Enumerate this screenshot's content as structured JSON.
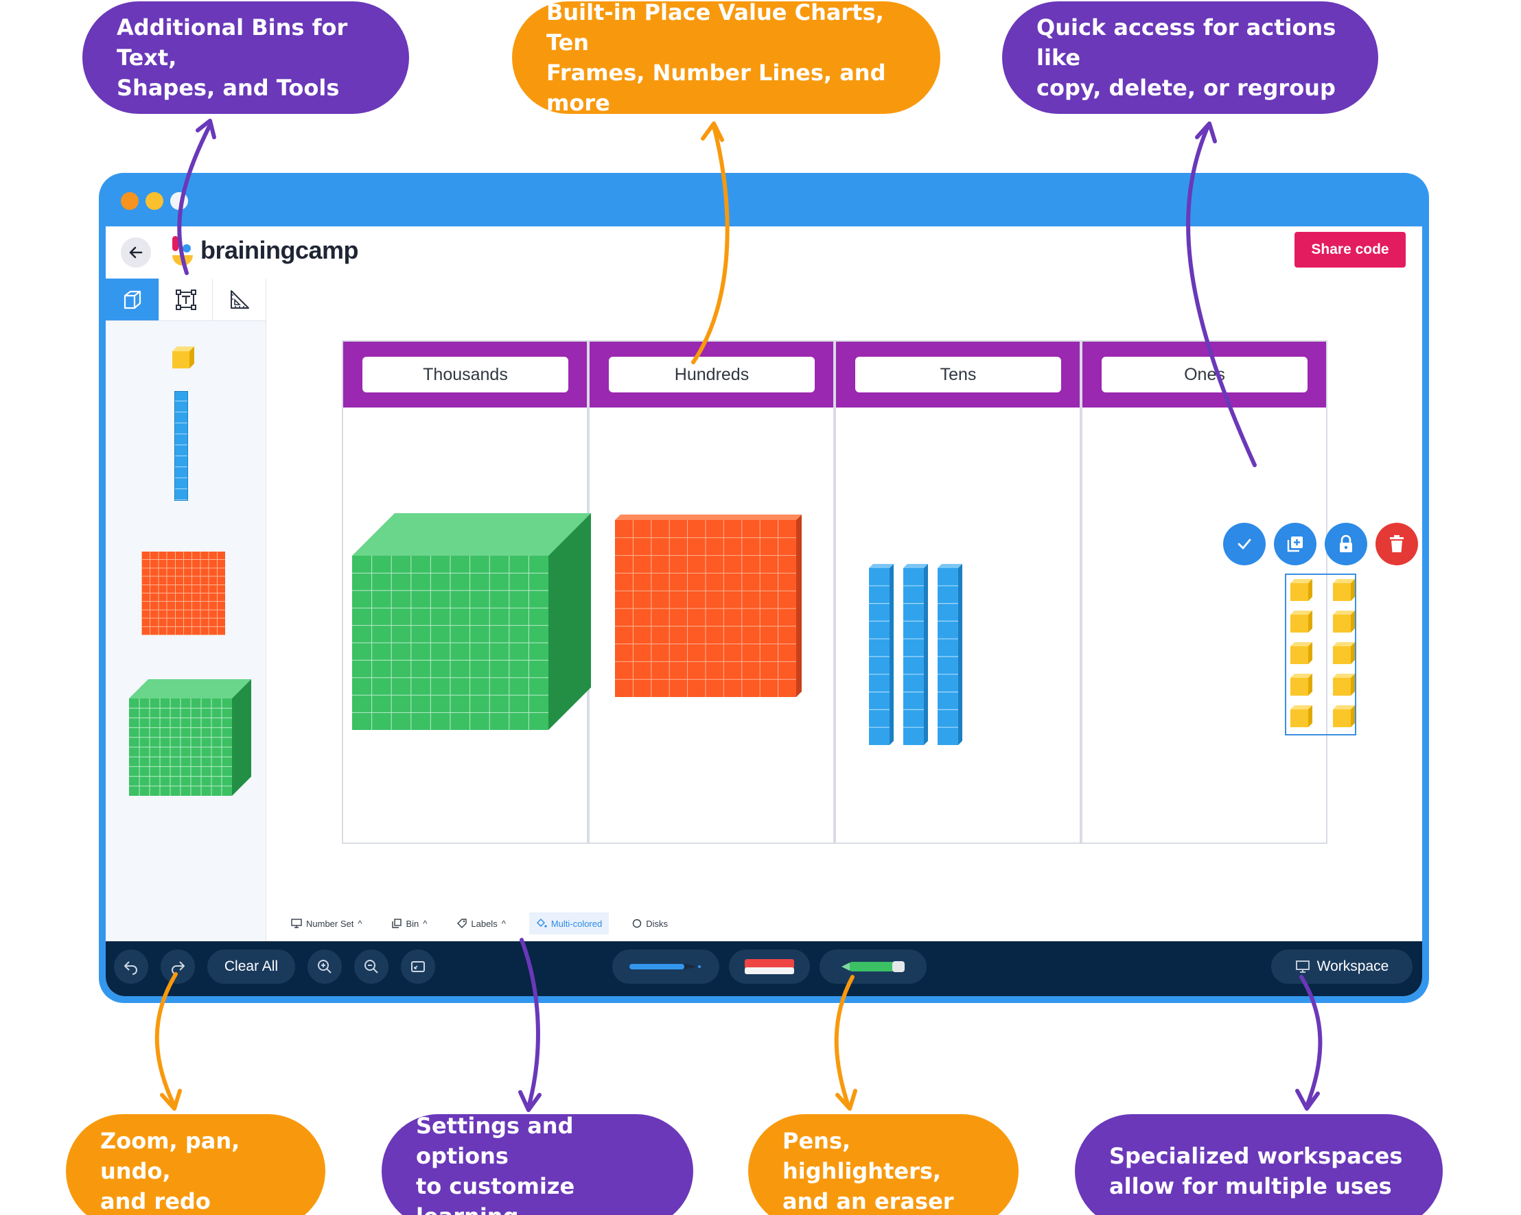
{
  "callouts": {
    "bins": "Additional Bins for Text,\nShapes, and Tools",
    "charts": "Built-in Place Value Charts, Ten\nFrames, Number Lines, and more",
    "actions": "Quick access for actions like\ncopy, delete, or regroup",
    "zoom": "Zoom, pan, undo,\nand redo",
    "settings": "Settings and options\nto customize learning",
    "pens": "Pens, highlighters,\nand an eraser",
    "workspaces": "Specialized workspaces\nallow for multiple uses"
  },
  "app": {
    "brand": "brainingcamp",
    "share_label": "Share code"
  },
  "place_value_chart": {
    "columns": [
      "Thousands",
      "Hundreds",
      "Tens",
      "Ones"
    ]
  },
  "settings_bar": {
    "number_set": "Number Set",
    "bin": "Bin",
    "labels": "Labels",
    "multi_colored": "Multi-colored",
    "disks": "Disks"
  },
  "toolbar": {
    "clear_all": "Clear All",
    "workspace": "Workspace"
  },
  "colors": {
    "purple": "#6a38b9",
    "orange": "#f8990d",
    "window_blue": "#3497ee",
    "share_red": "#e31c5f",
    "header_magenta": "#9a28b0",
    "thousand_green": "#3cc064",
    "hundred_orange": "#fd5a24",
    "ten_blue": "#31a3ec",
    "one_yellow": "#fbc62a",
    "delete_red": "#e53935"
  }
}
